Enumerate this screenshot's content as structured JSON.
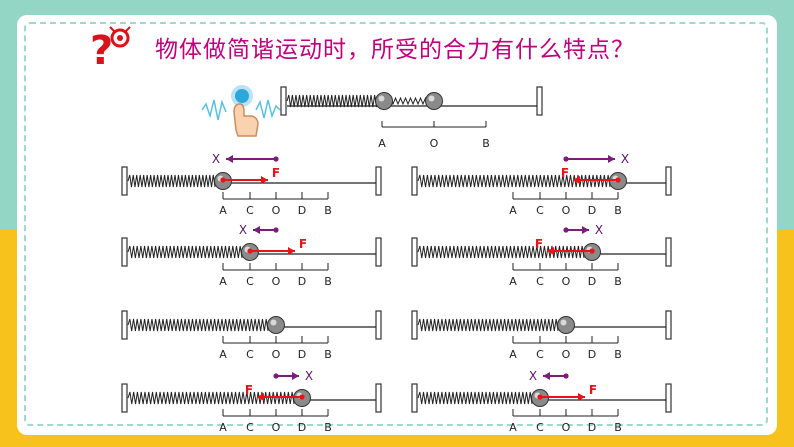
{
  "title": "物体做简谐运动时，所受的合力有什么特点？",
  "icons": {
    "question": "question-mark-icon",
    "hand": "pointing-hand-icon"
  },
  "colors": {
    "title": "#c0007c",
    "force": "#e8141a",
    "displacement": "#7b1e7a",
    "top_band": "#93d6c5",
    "bottom_band": "#f7c21c"
  },
  "top_diagram": {
    "labels": [
      "A",
      "O",
      "B"
    ]
  },
  "panels": [
    {
      "labels": [
        "A",
        "C",
        "O",
        "D",
        "B"
      ],
      "ball_pos": "A",
      "x_label": "X",
      "f_label": "F",
      "x_dir": "left",
      "f_dir": "right"
    },
    {
      "labels": [
        "A",
        "C",
        "O",
        "D",
        "B"
      ],
      "ball_pos": "B",
      "x_label": "X",
      "f_label": "F",
      "x_dir": "right",
      "f_dir": "left"
    },
    {
      "labels": [
        "A",
        "C",
        "O",
        "D",
        "B"
      ],
      "ball_pos": "C",
      "x_label": "X",
      "f_label": "F",
      "x_dir": "left",
      "f_dir": "right"
    },
    {
      "labels": [
        "A",
        "C",
        "O",
        "D",
        "B"
      ],
      "ball_pos": "D",
      "x_label": "X",
      "f_label": "F",
      "x_dir": "right",
      "f_dir": "left"
    },
    {
      "labels": [
        "A",
        "C",
        "O",
        "D",
        "B"
      ],
      "ball_pos": "O",
      "x_label": "",
      "f_label": "",
      "x_dir": "",
      "f_dir": ""
    },
    {
      "labels": [
        "A",
        "C",
        "O",
        "D",
        "B"
      ],
      "ball_pos": "O",
      "x_label": "",
      "f_label": "",
      "x_dir": "",
      "f_dir": ""
    },
    {
      "labels": [
        "A",
        "C",
        "O",
        "D",
        "B"
      ],
      "ball_pos": "D",
      "x_label": "X",
      "f_label": "F",
      "x_dir": "right",
      "f_dir": "left"
    },
    {
      "labels": [
        "A",
        "C",
        "O",
        "D",
        "B"
      ],
      "ball_pos": "C",
      "x_label": "X",
      "f_label": "F",
      "x_dir": "left",
      "f_dir": "right"
    }
  ]
}
